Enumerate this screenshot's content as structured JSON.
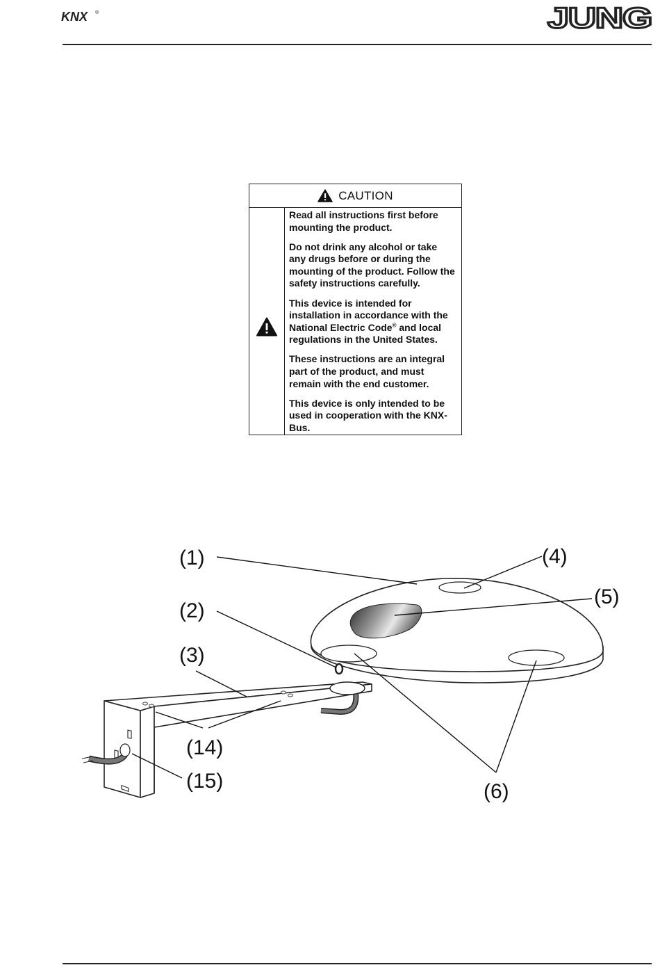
{
  "header": {
    "left_logo": "KNX",
    "left_logo_mark": "®",
    "right_logo": "JUNG"
  },
  "caution": {
    "title": "CAUTION",
    "icons": {
      "header": "warning-triangle-icon",
      "side": "warning-triangle-icon"
    },
    "paragraphs": [
      "Read all instructions first before mounting the product.",
      "Do not drink any alcohol or take any drugs before or during the mounting of the product. Follow the safety instructions carefully.",
      "This device is intended for installation in accordance with the National Electric Code",
      "These instructions are an integral part of the product, and must remain with the end customer.",
      "This device is only intended to be used in cooperation with the KNX-Bus."
    ],
    "para3_mark": "®",
    "para3_tail": " and local regulations in the United States."
  },
  "diagram": {
    "callouts": [
      "(1)",
      "(2)",
      "(3)",
      "(4)",
      "(5)",
      "(6)",
      "(14)",
      "(15)"
    ]
  }
}
